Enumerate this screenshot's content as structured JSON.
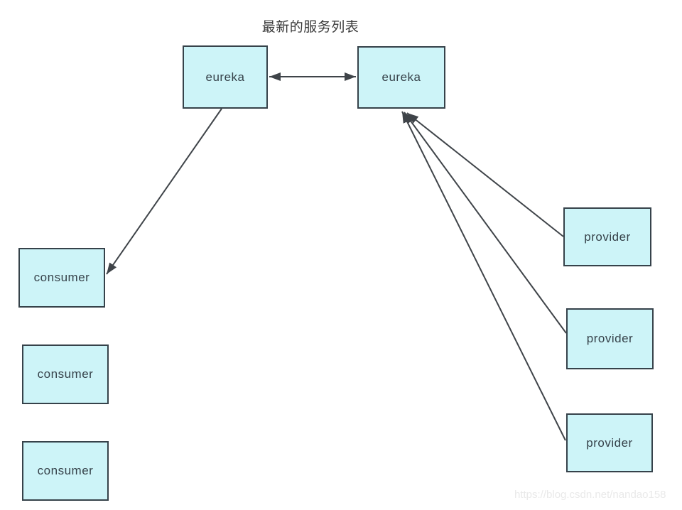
{
  "title": "最新的服务列表",
  "nodes": {
    "eureka_left": {
      "label": "eureka"
    },
    "eureka_right": {
      "label": "eureka"
    },
    "consumer_1": {
      "label": "consumer"
    },
    "consumer_2": {
      "label": "consumer"
    },
    "consumer_3": {
      "label": "consumer"
    },
    "provider_1": {
      "label": "provider"
    },
    "provider_2": {
      "label": "provider"
    },
    "provider_3": {
      "label": "provider"
    }
  },
  "edges": [
    {
      "from": "eureka_left",
      "to": "eureka_right",
      "type": "bidirectional"
    },
    {
      "from": "eureka_left",
      "to": "consumer_1",
      "type": "arrow"
    },
    {
      "from": "provider_1",
      "to": "eureka_right",
      "type": "arrow"
    },
    {
      "from": "provider_2",
      "to": "eureka_right",
      "type": "arrow"
    },
    {
      "from": "provider_3",
      "to": "eureka_right",
      "type": "arrow"
    }
  ],
  "watermark": "https://blog.csdn.net/nandao158",
  "colors": {
    "node_fill": "#cdf4f8",
    "node_border": "#36424a",
    "node_text": "#36424a",
    "arrow": "#3f4449",
    "title_text": "#3a3a3a",
    "watermark": "#e9e9e9",
    "background": "#ffffff"
  }
}
